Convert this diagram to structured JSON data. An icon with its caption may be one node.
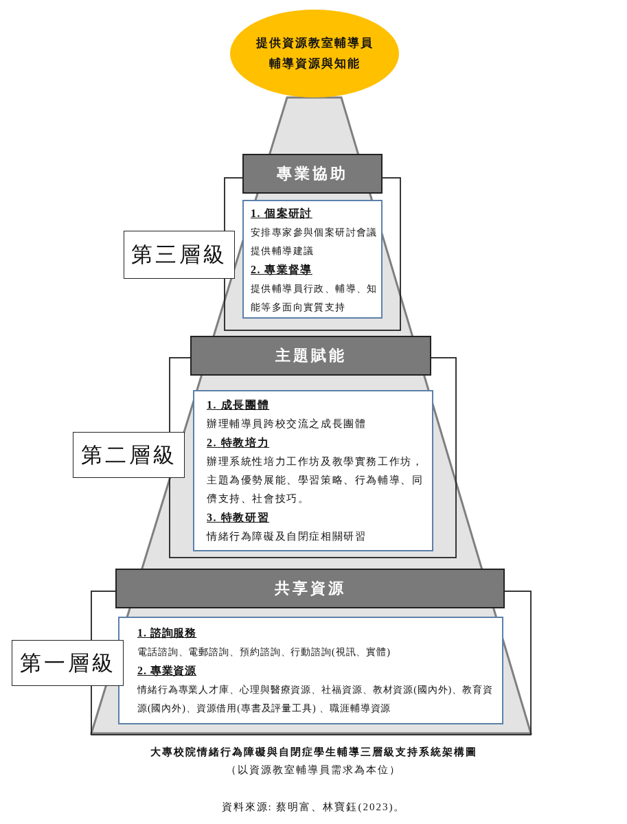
{
  "diagram": {
    "caption": "大專校院情緒行為障礙與自閉症學生輔導三層級支持系統架構圖",
    "nodes": [
      {
        "text": [
          "提供資源教室輔導員輔導資源與知能"
        ]
      },
      {
        "text": [
          "專業協助"
        ]
      },
      {
        "text": [
          "1. 個案研討",
          "安排專家參與個案研討會議提供輔導建議",
          "2. 專業督導",
          "提供輔導員行政、輔導、知能等多面向實質支持"
        ]
      },
      {
        "text": [
          "第三層級"
        ]
      },
      {
        "text": [
          "主題賦能"
        ]
      },
      {
        "text": [
          "1. 成長團體",
          "辦理輔導員跨校交流之成長團體",
          "2. 特教培力",
          "辦理系統性培力工作坊及教學實務工作坊，主題為優勢展能、學習策略、行為輔導、同儕支持、社會技巧。",
          "3. 特教研習",
          "情緒行為障礙及自閉症相關研習"
        ]
      },
      {
        "text": [
          "第二層級"
        ]
      },
      {
        "text": [
          "共享資源"
        ]
      },
      {
        "text": [
          "1. 諮詢服務",
          "電話諮詢、電郵諮詢、預約諮詢、行動諮詢(視訊、實體)",
          "2. 專業資源",
          "情緒行為專業人才庫、心理與醫療資源、社福資源、教材資源(國內外)、教育資源(國內外)、資源借用(專書及評量工具) 、職涯輔導資源"
        ]
      },
      {
        "text": [
          "第一層級"
        ]
      }
    ],
    "labels": [
      "（以資源教室輔導員需求為本位）",
      "資料來源: 蔡明富、林寶鈺(2023)。"
    ]
  }
}
